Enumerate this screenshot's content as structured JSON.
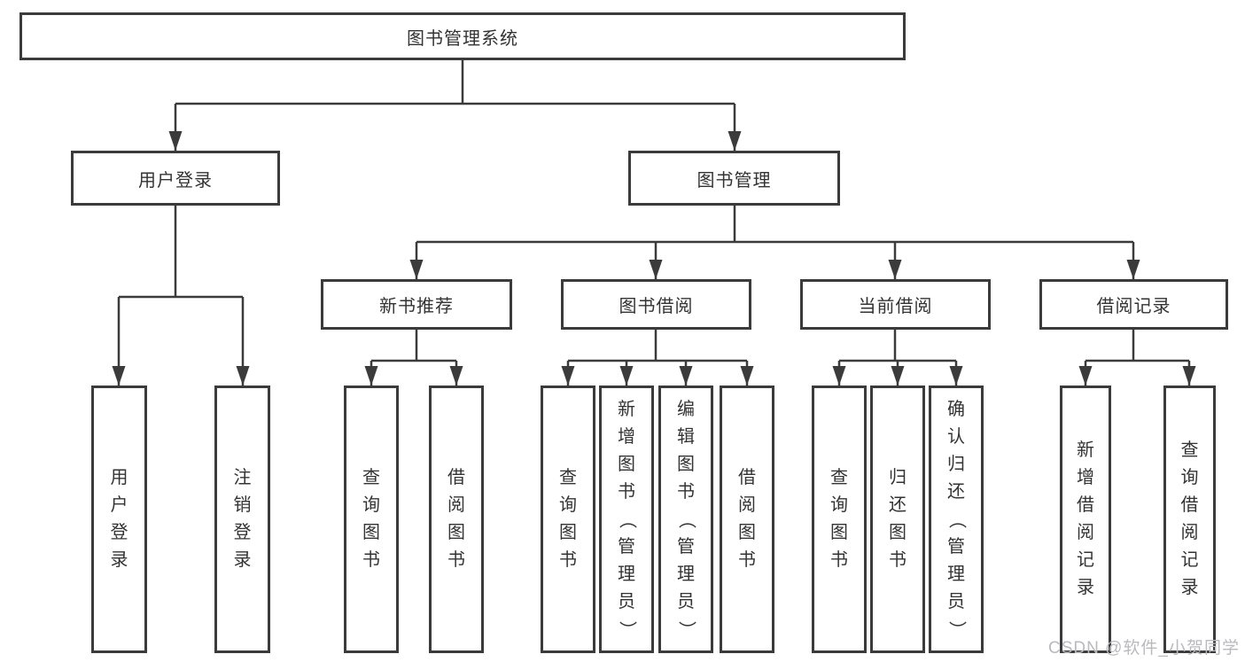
{
  "diagram": {
    "tree": {
      "root": "图书管理系统",
      "children": [
        {
          "label": "用户登录",
          "children": [
            {
              "label": "用户登录"
            },
            {
              "label": "注销登录"
            }
          ]
        },
        {
          "label": "图书管理",
          "children": [
            {
              "label": "新书推荐",
              "children": [
                {
                  "label": "查询图书"
                },
                {
                  "label": "借阅图书"
                }
              ]
            },
            {
              "label": "图书借阅",
              "children": [
                {
                  "label": "查询图书"
                },
                {
                  "label": "新增图书（管理员）"
                },
                {
                  "label": "编辑图书（管理员）"
                },
                {
                  "label": "借阅图书"
                }
              ]
            },
            {
              "label": "当前借阅",
              "children": [
                {
                  "label": "查询图书"
                },
                {
                  "label": "归还图书"
                },
                {
                  "label": "确认归还（管理员）"
                }
              ]
            },
            {
              "label": "借阅记录",
              "children": [
                {
                  "label": "新增借阅记录"
                },
                {
                  "label": "查询借阅记录"
                }
              ]
            }
          ]
        }
      ]
    },
    "colors": {
      "line": "#3b3b3b",
      "text": "#333333",
      "watermark": "#b9babe",
      "background": "#ffffff"
    },
    "watermark": "CSDN @软件_小贺同学"
  }
}
